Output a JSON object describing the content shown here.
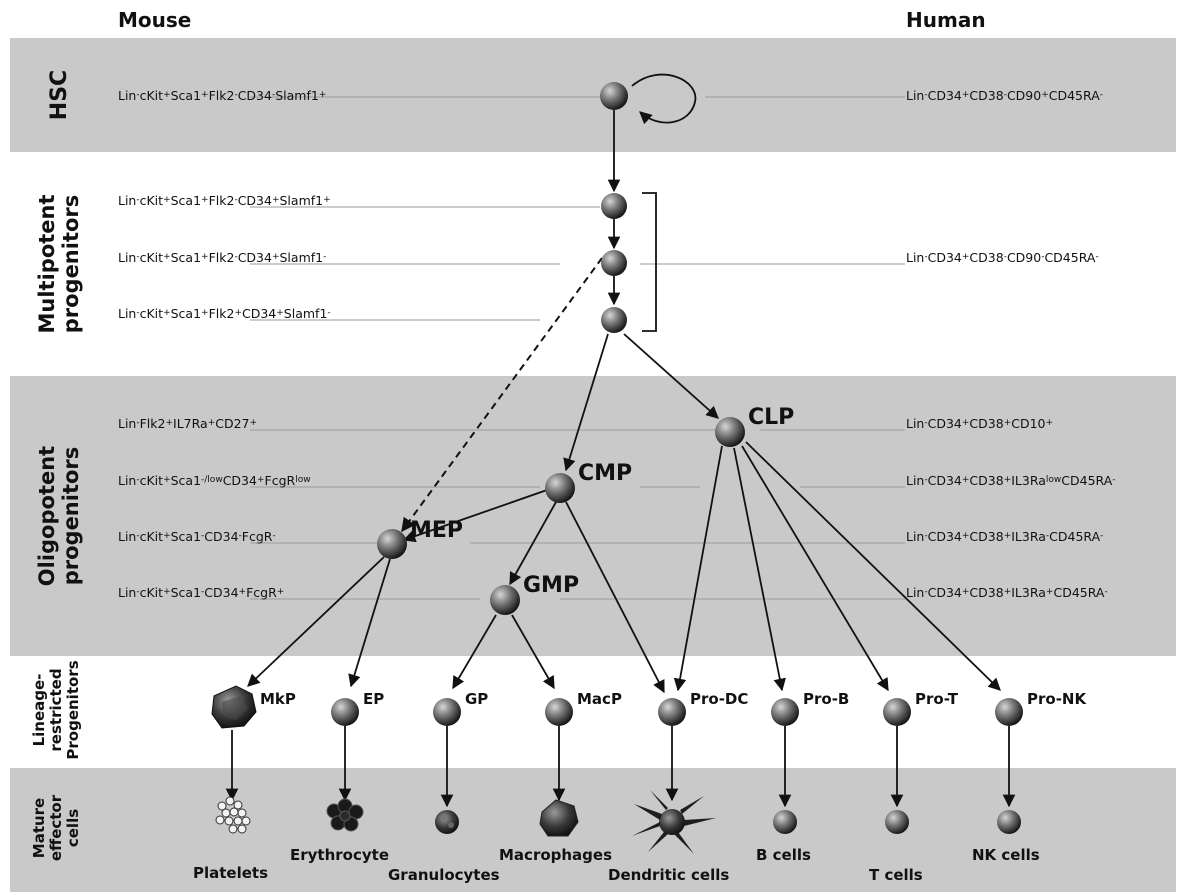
{
  "species": {
    "left": "Mouse",
    "right": "Human"
  },
  "stages": {
    "hsc": [
      "HSC"
    ],
    "mpp": [
      "Multipotent",
      "progenitors"
    ],
    "olig": [
      "Oligopotent",
      "progenitors"
    ],
    "lineage": [
      "Lineage-",
      "restricted",
      "Progenitors"
    ],
    "mature": [
      "Mature",
      "effector",
      "cells"
    ]
  },
  "mouse_markers": {
    "hsc": [
      [
        "Lin",
        ""
      ],
      [
        "-",
        "sup"
      ],
      [
        "cKit",
        ""
      ],
      [
        "+",
        "sup"
      ],
      [
        "Sca1",
        ""
      ],
      [
        "+",
        "sup"
      ],
      [
        "Flk2",
        ""
      ],
      [
        "-",
        "sup"
      ],
      [
        "CD34",
        ""
      ],
      [
        "-",
        "sup"
      ],
      [
        "Slamf1",
        ""
      ],
      [
        "+",
        "sup"
      ]
    ],
    "mpp1": [
      [
        "Lin",
        ""
      ],
      [
        "-",
        "sup"
      ],
      [
        "cKit",
        ""
      ],
      [
        "+",
        "sup"
      ],
      [
        "Sca1",
        ""
      ],
      [
        "+",
        "sup"
      ],
      [
        "Flk2",
        ""
      ],
      [
        "-",
        "sup"
      ],
      [
        "CD34",
        ""
      ],
      [
        "+",
        "sup"
      ],
      [
        "Slamf1",
        ""
      ],
      [
        "+",
        "sup"
      ]
    ],
    "mpp2": [
      [
        "Lin",
        ""
      ],
      [
        "-",
        "sup"
      ],
      [
        "cKit",
        ""
      ],
      [
        "+",
        "sup"
      ],
      [
        "Sca1",
        ""
      ],
      [
        "+",
        "sup"
      ],
      [
        "Flk2",
        ""
      ],
      [
        "-",
        "sup"
      ],
      [
        "CD34",
        ""
      ],
      [
        "+",
        "sup"
      ],
      [
        "Slamf1",
        ""
      ],
      [
        "-",
        "sup"
      ]
    ],
    "mpp3": [
      [
        "Lin",
        ""
      ],
      [
        "-",
        "sup"
      ],
      [
        "cKit",
        ""
      ],
      [
        "+",
        "sup"
      ],
      [
        "Sca1",
        ""
      ],
      [
        "+",
        "sup"
      ],
      [
        "Flk2",
        ""
      ],
      [
        "+",
        "sup"
      ],
      [
        "CD34",
        ""
      ],
      [
        "+",
        "sup"
      ],
      [
        "Slamf1",
        ""
      ],
      [
        "-",
        "sup"
      ]
    ],
    "clp": [
      [
        "Lin",
        ""
      ],
      [
        "-",
        "sup"
      ],
      [
        "Flk2",
        ""
      ],
      [
        "+",
        "sup"
      ],
      [
        "IL7Ra",
        ""
      ],
      [
        "+",
        "sup"
      ],
      [
        "CD27",
        ""
      ],
      [
        "+",
        "sup"
      ]
    ],
    "cmp": [
      [
        "Lin",
        ""
      ],
      [
        "-",
        "sup"
      ],
      [
        "cKit",
        ""
      ],
      [
        "+",
        "sup"
      ],
      [
        "Sca1",
        ""
      ],
      [
        "-/low",
        "sup"
      ],
      [
        "CD34",
        ""
      ],
      [
        "+",
        "sup"
      ],
      [
        "FcgR",
        ""
      ],
      [
        "low",
        "sup"
      ]
    ],
    "mep": [
      [
        "Lin",
        ""
      ],
      [
        "-",
        "sup"
      ],
      [
        "cKit",
        ""
      ],
      [
        "+",
        "sup"
      ],
      [
        "Sca1",
        ""
      ],
      [
        "-",
        "sup"
      ],
      [
        "CD34",
        ""
      ],
      [
        "-",
        "sup"
      ],
      [
        "FcgR",
        ""
      ],
      [
        "-",
        "sup"
      ]
    ],
    "gmp": [
      [
        "Lin",
        ""
      ],
      [
        "-",
        "sup"
      ],
      [
        "cKit",
        ""
      ],
      [
        "+",
        "sup"
      ],
      [
        "Sca1",
        ""
      ],
      [
        "-",
        "sup"
      ],
      [
        "CD34",
        ""
      ],
      [
        "+",
        "sup"
      ],
      [
        "FcgR",
        ""
      ],
      [
        "+",
        "sup"
      ]
    ]
  },
  "human_markers": {
    "hsc": [
      [
        "Lin",
        ""
      ],
      [
        "-",
        "sup"
      ],
      [
        "CD34",
        ""
      ],
      [
        "+",
        "sup"
      ],
      [
        "CD38",
        ""
      ],
      [
        "-",
        "sup"
      ],
      [
        "CD90",
        ""
      ],
      [
        "+",
        "sup"
      ],
      [
        "CD45RA",
        ""
      ],
      [
        "-",
        "sup"
      ]
    ],
    "mpp": [
      [
        "Lin",
        ""
      ],
      [
        "-",
        "sup"
      ],
      [
        "CD34",
        ""
      ],
      [
        "+",
        "sup"
      ],
      [
        "CD38",
        ""
      ],
      [
        "-",
        "sup"
      ],
      [
        "CD90",
        ""
      ],
      [
        "-",
        "sup"
      ],
      [
        "CD45RA",
        ""
      ],
      [
        "-",
        "sup"
      ]
    ],
    "clp": [
      [
        "Lin",
        ""
      ],
      [
        "-",
        "sup"
      ],
      [
        "CD34",
        ""
      ],
      [
        "+",
        "sup"
      ],
      [
        "CD38",
        ""
      ],
      [
        "+",
        "sup"
      ],
      [
        "CD10",
        ""
      ],
      [
        "+",
        "sup"
      ]
    ],
    "cmp": [
      [
        "Lin",
        ""
      ],
      [
        "-",
        "sup"
      ],
      [
        "CD34",
        ""
      ],
      [
        "+",
        "sup"
      ],
      [
        "CD38",
        ""
      ],
      [
        "+",
        "sup"
      ],
      [
        "IL3Ra",
        ""
      ],
      [
        "low",
        "sup"
      ],
      [
        "CD45RA",
        ""
      ],
      [
        "-",
        "sup"
      ]
    ],
    "mep": [
      [
        "Lin",
        ""
      ],
      [
        "-",
        "sup"
      ],
      [
        "CD34",
        ""
      ],
      [
        "+",
        "sup"
      ],
      [
        "CD38",
        ""
      ],
      [
        "+",
        "sup"
      ],
      [
        "IL3Ra",
        ""
      ],
      [
        "-",
        "sup"
      ],
      [
        "CD45RA",
        ""
      ],
      [
        "-",
        "sup"
      ]
    ],
    "gmp": [
      [
        "Lin",
        ""
      ],
      [
        "-",
        "sup"
      ],
      [
        "CD34",
        ""
      ],
      [
        "+",
        "sup"
      ],
      [
        "CD38",
        ""
      ],
      [
        "+",
        "sup"
      ],
      [
        "IL3Ra",
        ""
      ],
      [
        "+",
        "sup"
      ],
      [
        "CD45RA",
        ""
      ],
      [
        "-",
        "sup"
      ]
    ]
  },
  "nodes": {
    "clp": "CLP",
    "cmp": "CMP",
    "mep": "MEP",
    "gmp": "GMP"
  },
  "progenitors": [
    "MkP",
    "EP",
    "GP",
    "MacP",
    "Pro-DC",
    "Pro-B",
    "Pro-T",
    "Pro-NK"
  ],
  "mature_cells": [
    "Platelets",
    "Erythrocyte",
    "Granulocytes",
    "Macrophages",
    "Dendritic cells",
    "B cells",
    "T cells",
    "NK cells"
  ],
  "colors": {
    "band": "#c9c9c9",
    "cell_dark": "#1a1a1a",
    "cell_light": "#b8b8b8",
    "arrow": "#111111"
  }
}
